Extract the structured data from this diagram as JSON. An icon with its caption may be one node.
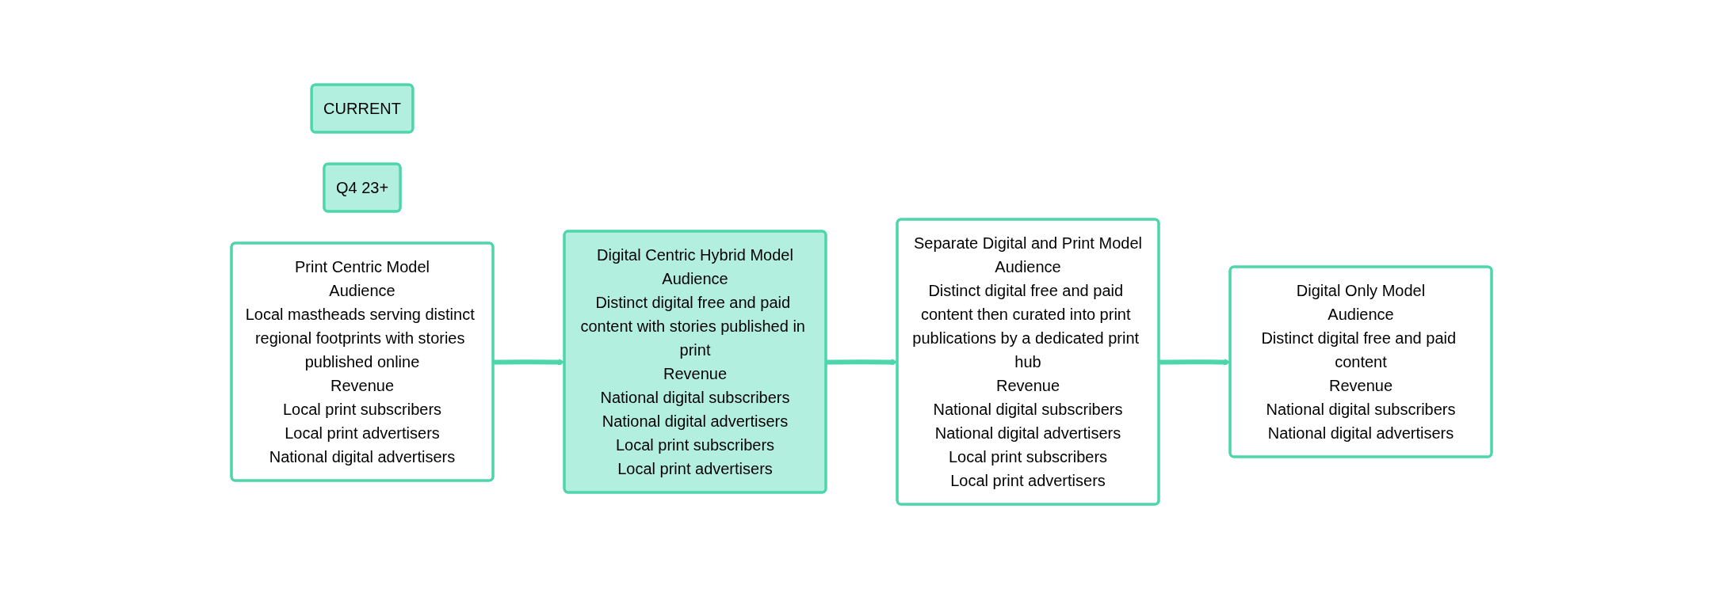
{
  "diagram": {
    "nodes": [
      {
        "text": [
          "CURRENT"
        ]
      },
      {
        "text": [
          "Q4 23+"
        ]
      },
      {
        "text": [
          "Print Centric Model",
          "Audience",
          "Local mastheads serving distinct regional footprints with stories published online",
          "Revenue",
          "Local print subscribers",
          "Local print advertisers",
          "National digital advertisers"
        ]
      },
      {
        "text": [
          "Digital Centric Hybrid Model",
          "Audience",
          "Distinct digital free and paid content with stories published in print",
          "Revenue",
          "National digital subscribers",
          "National digital advertisers",
          "Local print subscribers",
          "Local print advertisers"
        ]
      },
      {
        "text": [
          "Separate Digital and Print Model",
          "Audience",
          "Distinct digital free and paid content then curated into print publications by a dedicated print hub",
          "Revenue",
          "National digital subscribers",
          "National digital advertisers",
          "Local print subscribers",
          "Local print advertisers"
        ]
      },
      {
        "text": [
          "Digital Only Model",
          "Audience",
          "Distinct digital free and paid content",
          "Revenue",
          "National digital subscribers",
          "National digital advertisers"
        ]
      }
    ],
    "edges": [
      {
        "from": 2,
        "to": 3,
        "arrow": "to"
      },
      {
        "from": 3,
        "to": 4,
        "arrow": "to"
      },
      {
        "from": 4,
        "to": 5,
        "arrow": "to"
      }
    ]
  }
}
